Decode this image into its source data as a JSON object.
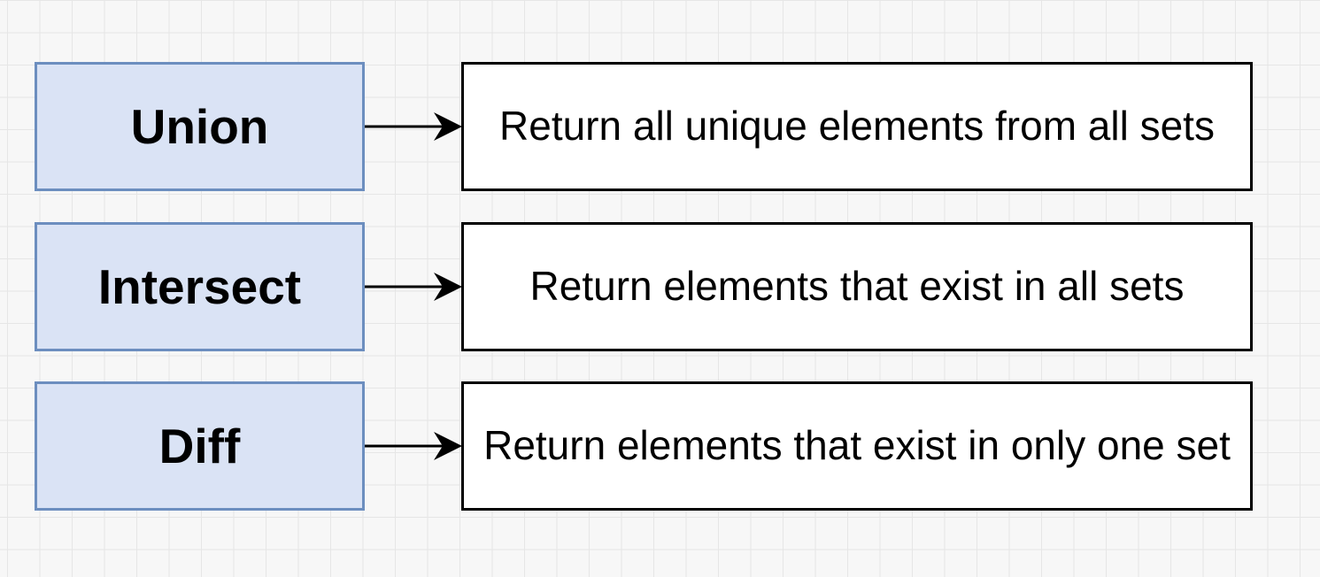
{
  "colors": {
    "operation_fill": "#dae3f5",
    "operation_border": "#6c8ebf",
    "description_fill": "#ffffff",
    "description_border": "#000000",
    "arrow": "#000000"
  },
  "operations": [
    {
      "label": "Union",
      "description": "Return all unique elements from all sets"
    },
    {
      "label": "Intersect",
      "description": "Return elements that exist in all sets"
    },
    {
      "label": "Diff",
      "description": "Return elements that exist in only one set"
    }
  ]
}
